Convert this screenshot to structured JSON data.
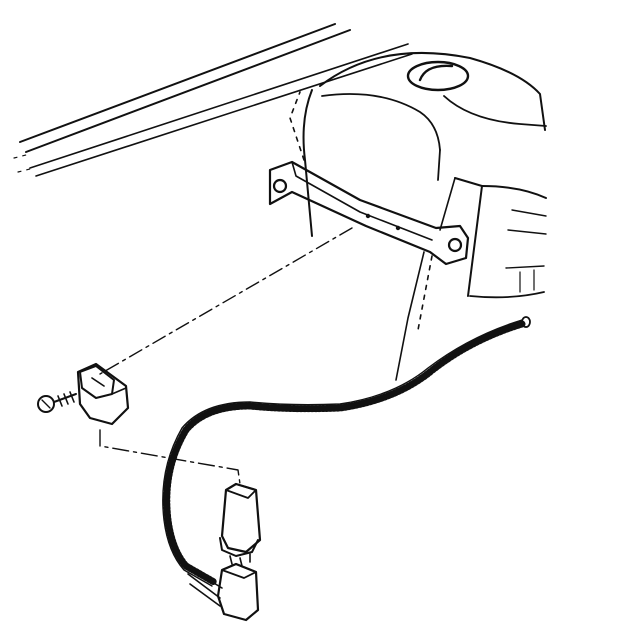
{
  "diagram": {
    "caption": "",
    "components": [
      {
        "name": "vehicle-body-panel"
      },
      {
        "name": "mounting-bracket"
      },
      {
        "name": "relay-holder-clip"
      },
      {
        "name": "mounting-screw"
      },
      {
        "name": "relay"
      },
      {
        "name": "wiring-connector"
      },
      {
        "name": "corrugated-wiring-loom"
      }
    ]
  },
  "colors": {
    "ink": "#111111",
    "paper": "#ffffff",
    "stipple": "#555555"
  }
}
